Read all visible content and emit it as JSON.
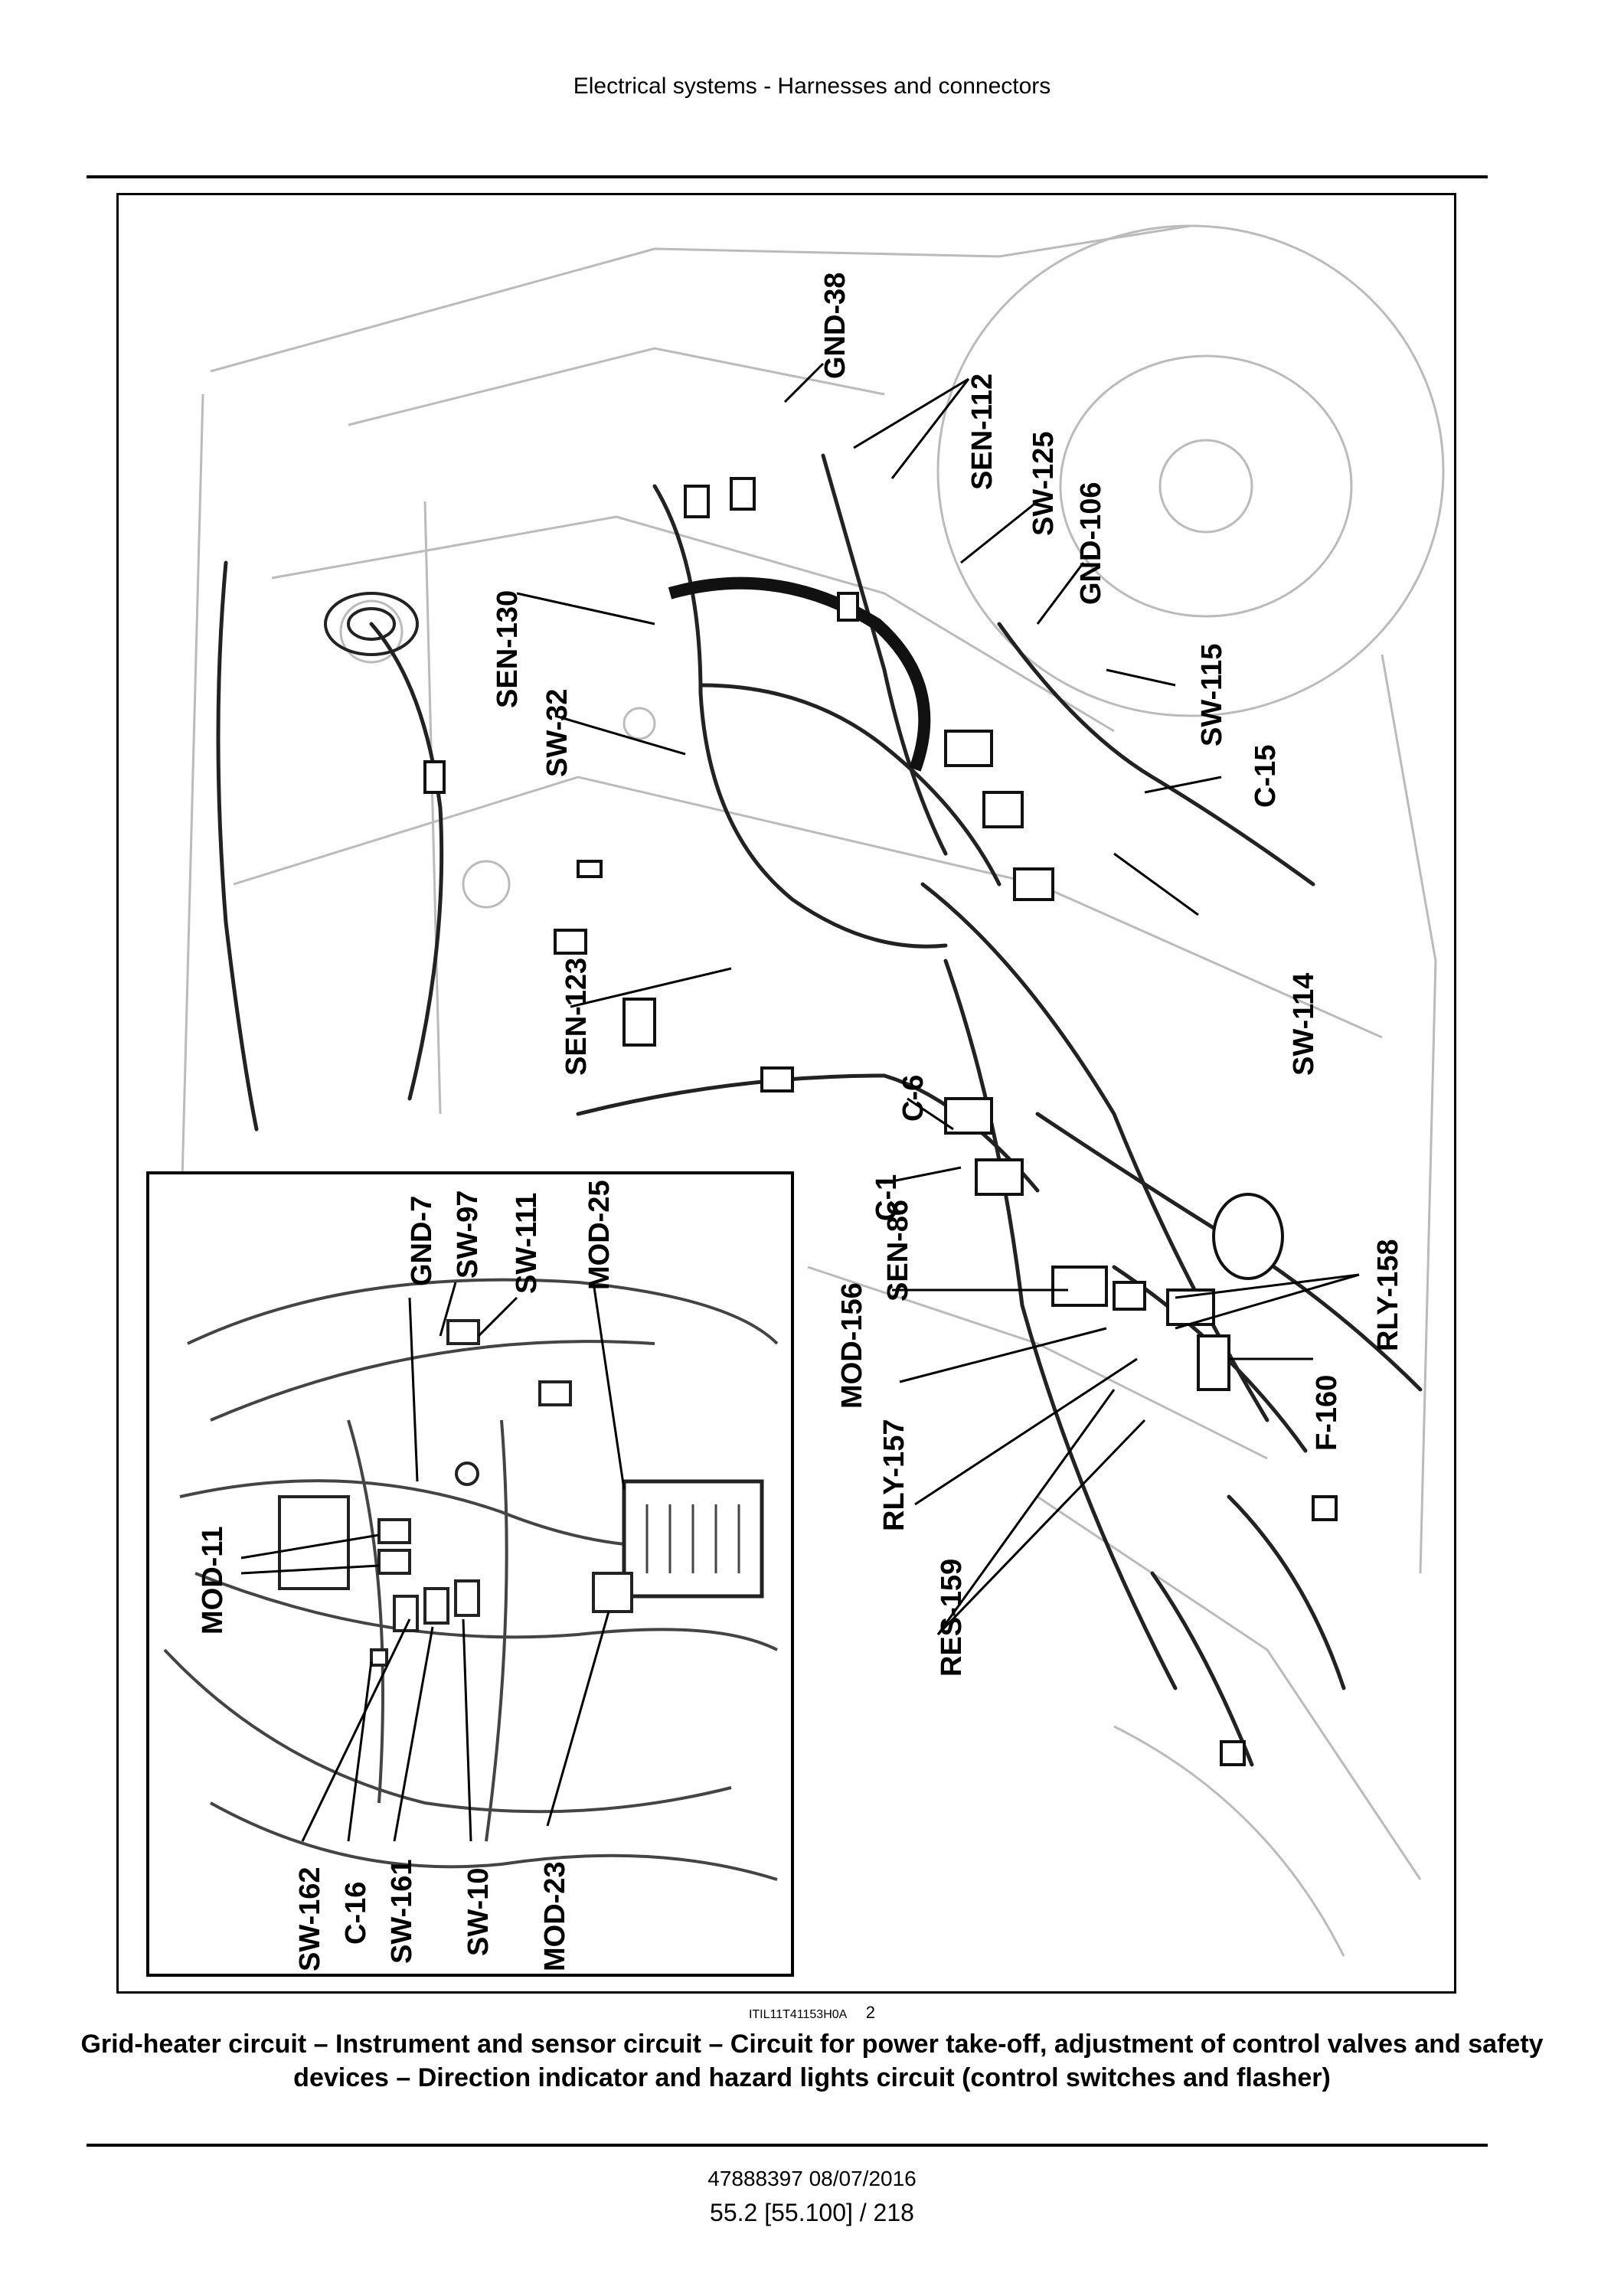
{
  "header": {
    "title": "Electrical systems - Harnesses and connectors"
  },
  "figure": {
    "id": "ITIL11T41153H0A",
    "number": "2",
    "caption": "Grid-heater circuit – Instrument and sensor circuit – Circuit for power take-off, adjustment of control valves and safety devices – Direction indicator and hazard lights circuit (control switches and flasher)",
    "labels": {
      "gnd38": "GND-38",
      "sen112": "SEN-112",
      "sw125": "SW-125",
      "gnd106": "GND-106",
      "sw115": "SW-115",
      "c15": "C-15",
      "sen130": "SEN-130",
      "sw32": "SW-32",
      "sen123": "SEN-123",
      "sw114": "SW-114",
      "c6": "C-6",
      "c1": "C-1",
      "sen86": "SEN-86",
      "mod156": "MOD-156",
      "rly157": "RLY-157",
      "res159": "RES-159",
      "rly158": "RLY-158",
      "f160": "F-160",
      "gnd7": "GND-7",
      "sw97": "SW-97",
      "sw111": "SW-111",
      "mod25": "MOD-25",
      "mod11": "MOD-11",
      "sw162": "SW-162",
      "c16": "C-16",
      "sw161": "SW-161",
      "sw10": "SW-10",
      "mod23": "MOD-23"
    }
  },
  "footer": {
    "doc_number": "47888397 08/07/2016",
    "page": "55.2 [55.100] / 218"
  }
}
